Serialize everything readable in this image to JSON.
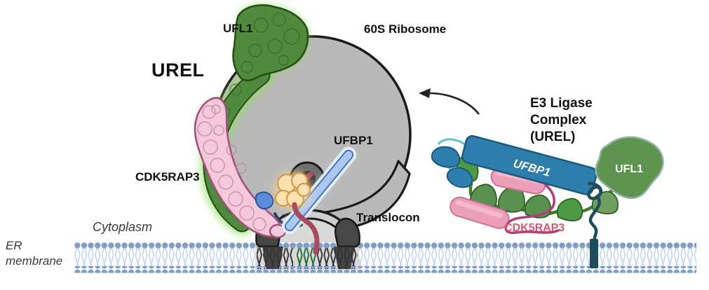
{
  "main": {
    "urel_label": "UREL",
    "ufl1_label": "UFL1",
    "ribosome_label": "60S Ribosome",
    "cdk5rap3_label": "CDK5RAP3",
    "ufbp1_label": "UFBP1",
    "translocon_label": "Translocon",
    "cytoplasm_label": "Cytoplasm",
    "er_label_line1": "ER",
    "er_label_line2": "membrane"
  },
  "schematic": {
    "title_line1": "E3 Ligase",
    "title_line2": "Complex",
    "title_line3": "(UREL)",
    "ufbp1_label": "UFBP1",
    "cdk5rap3_label": "CDK5RAP3",
    "ufl1_label": "UFL1"
  },
  "colors": {
    "ribosome_gray": "#b9b9b9",
    "outline_black": "#1a1a1a",
    "ufl1_green": "#4f8a3d",
    "ufl1_glow_green": "#8ee05e",
    "cdk5rap3_pink": "#f3c9db",
    "cdk5rap3_pink_outline": "#a3507c",
    "ufbp1_rod_blue": "#abc8f1",
    "ufbp1_rod_outline": "#3c66c9",
    "ufm1_yellow": "#fce2b0",
    "ufm1_outline": "#d09a52",
    "nascent_chain_red": "#a84a60",
    "membrane_head_blue": "#7e9dc9",
    "membrane_tail_blue": "#bcd2ee",
    "translocon_dark": "#3a3a3a",
    "translocon_green_tails": "#1c6b34",
    "schematic_blue": "#2d7dad",
    "schematic_green": "#5a9150",
    "schematic_green_line": "#3f7d2c",
    "schematic_pink_pill": "#ec9fb8",
    "schematic_magenta_line": "#b13d79",
    "schematic_teal": "#1d4c5c",
    "cdk5rap3_text_pink": "#d5596c"
  }
}
